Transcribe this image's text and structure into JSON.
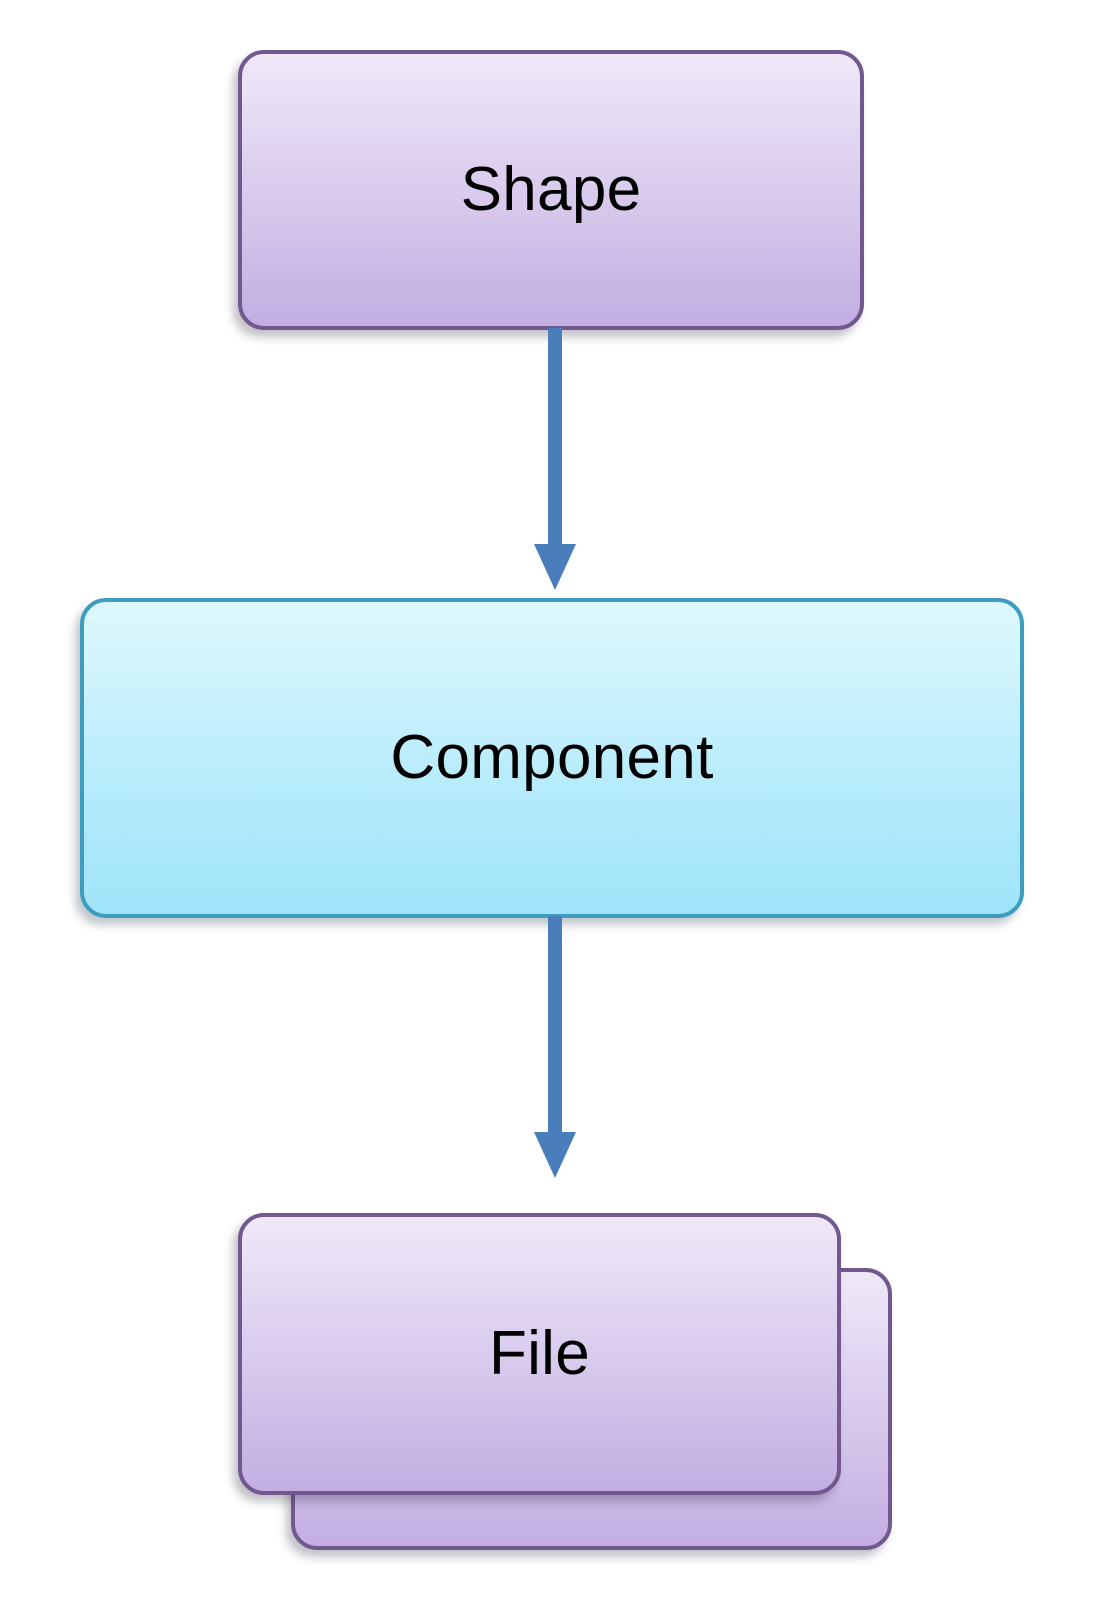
{
  "diagram": {
    "title": "Shape to Component to File flow",
    "background_color": "#ffffff",
    "nodes": [
      {
        "id": "shape",
        "label": "Shape",
        "style": "purple",
        "fill_top": "#eee8f8",
        "fill_bottom": "#c3aee2",
        "border_color": "#71588f",
        "text_color": "#000000"
      },
      {
        "id": "component",
        "label": "Component",
        "style": "cyan",
        "fill_top": "#ddf8fd",
        "fill_bottom": "#9fe4fa",
        "border_color": "#3e9dbf",
        "text_color": "#000000"
      },
      {
        "id": "file",
        "label": "File",
        "style": "purple-stacked",
        "fill_top": "#eee8f8",
        "fill_bottom": "#c3aee2",
        "border_color": "#71588f",
        "text_color": "#000000"
      }
    ],
    "connectors": [
      {
        "id": "shape-to-component",
        "from": "shape",
        "to": "component",
        "direction": "down",
        "color": "#4a7ebb",
        "head": "solid-triangle"
      },
      {
        "id": "component-to-file",
        "from": "component",
        "to": "file",
        "direction": "down",
        "color": "#4a7ebb",
        "head": "solid-triangle"
      }
    ]
  }
}
